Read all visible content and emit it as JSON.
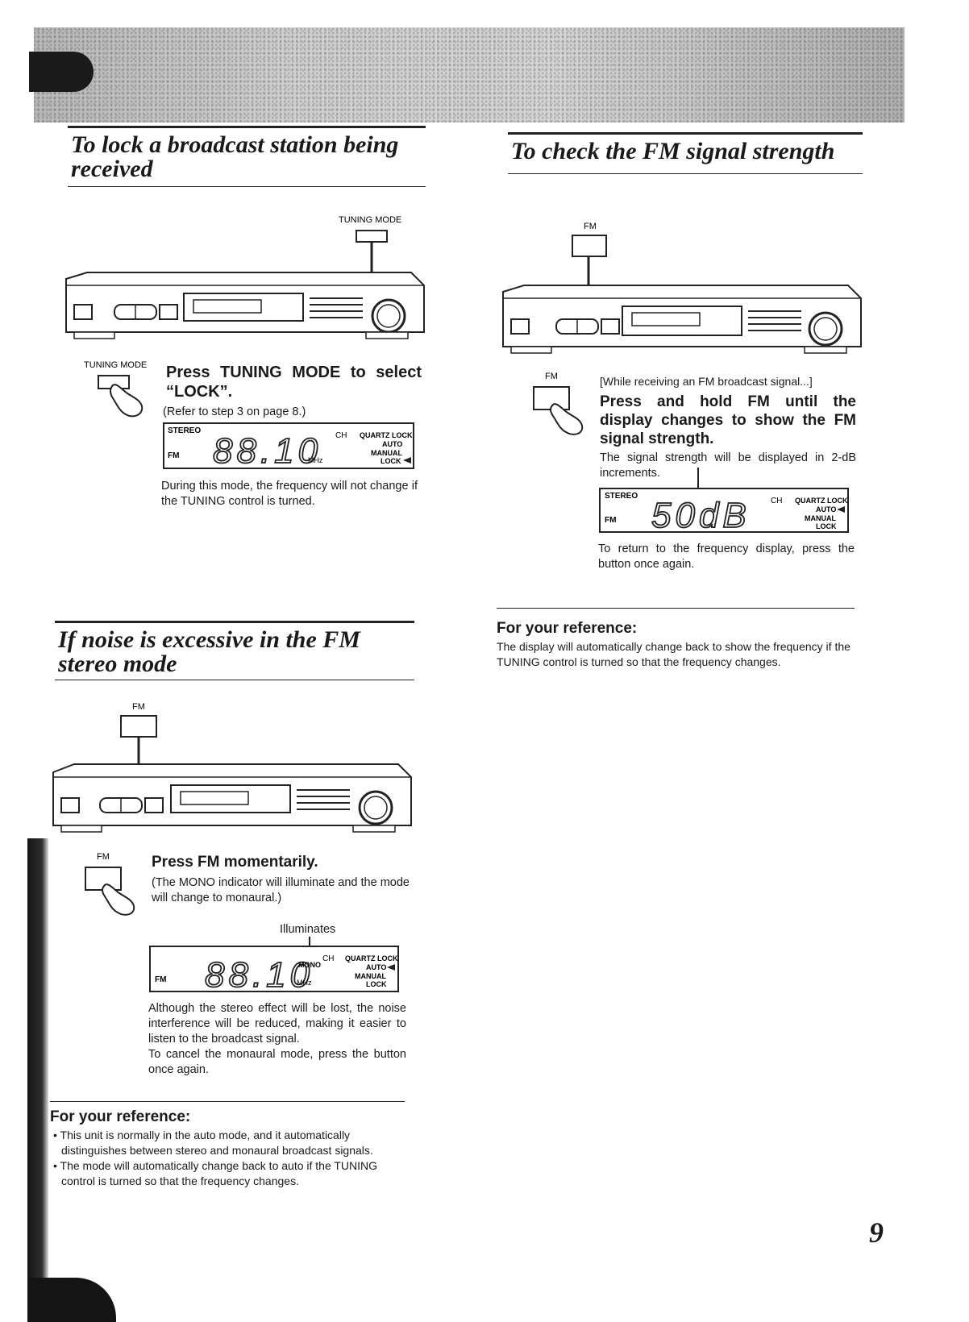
{
  "page_number": "9",
  "lock_section": {
    "title": "To lock a broadcast station being received",
    "button_label": "TUNING MODE",
    "step_text": "Press TUNING MODE to select “LOCK”.",
    "step_note": "(Refer to step 3 on page 8.)",
    "display": {
      "digits": "88.10",
      "unit": "MHz",
      "band": "FM",
      "stereo": "STEREO",
      "ch": "CH",
      "quartz_lock": "QUARTZ LOCK",
      "auto": "AUTO",
      "manual": "MANUAL",
      "lock": "LOCK"
    },
    "note": "During this mode, the frequency will not change if the TUNING control is turned."
  },
  "signal_section": {
    "title": "To check the FM signal strength",
    "button_label": "FM",
    "context": "[While receiving an FM broadcast signal...]",
    "step_text": "Press and hold FM until the display changes to show the FM signal strength.",
    "step_note": "The signal strength will be displayed in 2-dB increments.",
    "display": {
      "digits": "50dB",
      "band": "FM",
      "stereo": "STEREO",
      "ch": "CH",
      "quartz_lock": "QUARTZ LOCK",
      "auto": "AUTO",
      "manual": "MANUAL",
      "lock": "LOCK"
    },
    "note": "To return to the frequency display, press the button once again."
  },
  "reference_right": {
    "title": "For your reference:",
    "text": "The display will automatically change back to show the frequency if the TUNING control is turned so that the frequency changes."
  },
  "noise_section": {
    "title": "If noise is excessive in the FM stereo mode",
    "button_label": "FM",
    "step_text": "Press FM momentarily.",
    "step_note": "(The MONO indicator will illuminate and the mode will change to monaural.)",
    "illuminates_label": "Illuminates",
    "display": {
      "digits": "88.10",
      "unit": "MHz",
      "mono": "MONO",
      "band": "FM",
      "ch": "CH",
      "quartz_lock": "QUARTZ LOCK",
      "auto": "AUTO",
      "manual": "MANUAL",
      "lock": "LOCK"
    },
    "note_1": "Although the stereo effect will be lost, the noise interference will be reduced, making it easier to listen to the broadcast signal.",
    "note_2": "To cancel the monaural mode, press the button once again."
  },
  "reference_left": {
    "title": "For your reference:",
    "bullet_1": "This unit is normally in the auto mode, and it automatically distinguishes between stereo and monaural broadcast signals.",
    "bullet_2": "The mode will automatically change back to auto if the TUNING control is turned so that the frequency changes."
  }
}
